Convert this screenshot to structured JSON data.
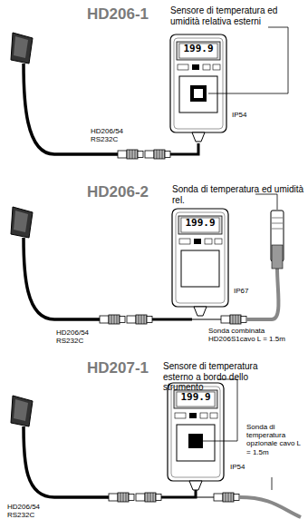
{
  "diagram": {
    "labels": [
      "HD206-1",
      "Sensore di temperatura ed umidità relativa esterni",
      "199.9",
      "IP54",
      "HD206/54 RS232C",
      "HD206-2",
      "Sonda di temperatura ed umidità rel.",
      "199.9",
      "IP67",
      "HD206/54 RS232C",
      "Sonda combinata HD206S1cavo L = 1.5m",
      "HD207-1",
      "Sensore di temperatura esterno a bordo dello strumento",
      "199.9",
      "IP54",
      "Sonda di temperatura opzionale cavo L = 1.5m",
      "HD206/54 RS232C"
    ]
  }
}
